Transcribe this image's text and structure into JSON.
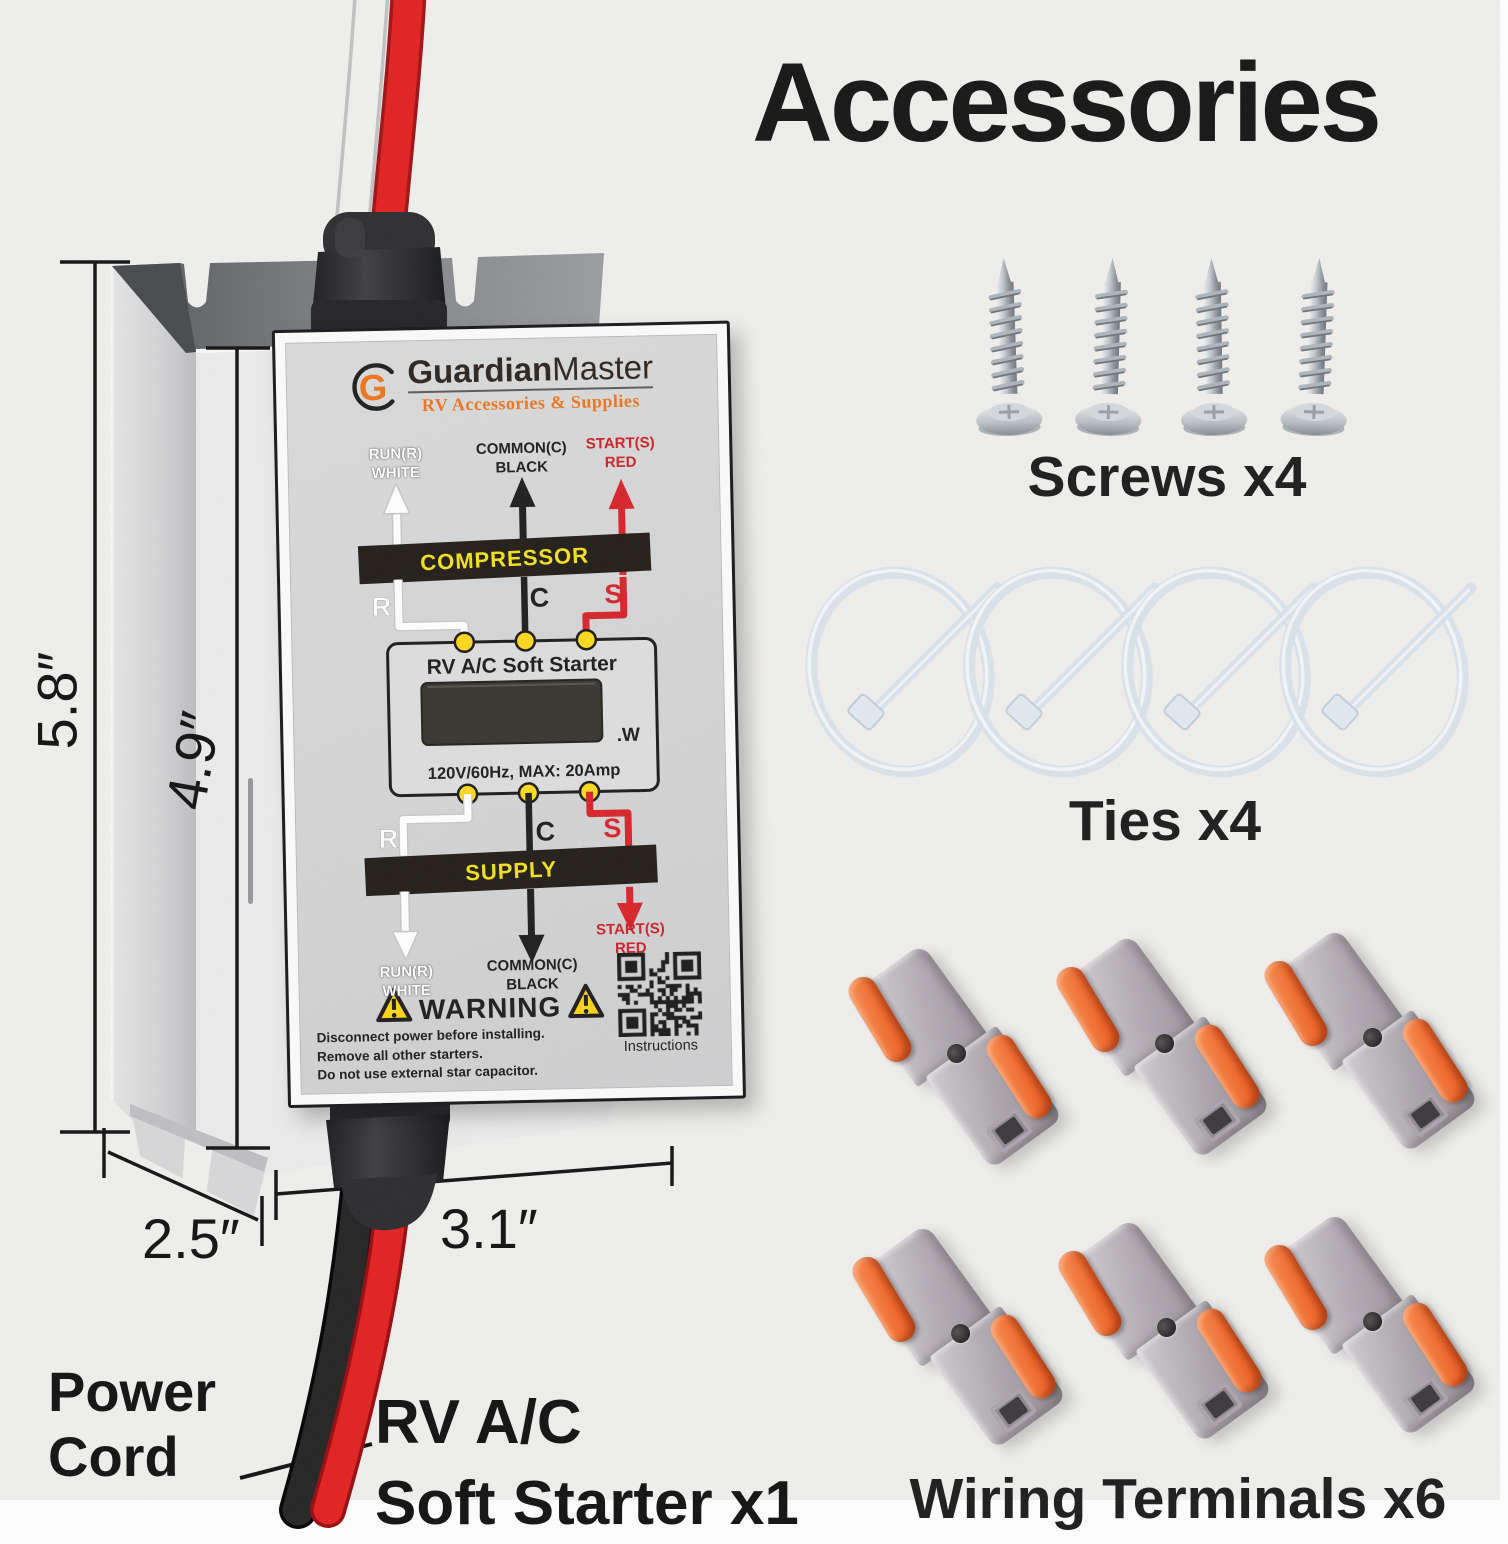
{
  "page": {
    "background": "#f1f0ee"
  },
  "device": {
    "brand": {
      "g": "G",
      "name_bold": "Guardian",
      "name_light": "Master",
      "tagline": "RV Accessories & Supplies"
    },
    "top_wiring": {
      "run": "RUN(R)\nWHITE",
      "common": "COMMON(C)\nBLACK",
      "start": "START(S)\nRED"
    },
    "compressor_bar": "COMPRESSOR",
    "terminals_top": {
      "r": "R",
      "c": "C",
      "s": "S"
    },
    "unit": {
      "title": "RV A/C Soft Starter",
      "display_unit": ".W",
      "rating": "120V/60Hz, MAX: 20Amp"
    },
    "terminals_bottom": {
      "r": "R",
      "c": "C",
      "s": "S"
    },
    "supply_bar": "SUPPLY",
    "bottom_wiring": {
      "run": "RUN(R)\nWHITE",
      "common": "COMMON(C)\nBLACK",
      "start": "START(S)\nRED"
    },
    "warning": {
      "title": "WARNING",
      "lines": [
        "Disconnect power before installing.",
        "Remove all other starters.",
        "Do not use external star capacitor."
      ]
    },
    "qr_caption": "Instructions"
  },
  "dimensions": {
    "height": "5.8″",
    "label_height": "4.9″",
    "depth": "2.5″",
    "width": "3.1″"
  },
  "callouts": {
    "power_cord": "Power\nCord",
    "product_line1": "RV A/C",
    "product_line2": "Soft Starter  x1"
  },
  "accessories": {
    "heading": "Accessories",
    "screws_label": "Screws x4",
    "ties_label": "Ties x4",
    "terminals_label": "Wiring Terminals x6"
  },
  "colors": {
    "brand_orange": "#f0741c",
    "bar_yellow": "#f4e11c",
    "wire_red": "#d8232a",
    "lever_orange": "#f06224",
    "terminal_dot": "#ffd91c"
  }
}
